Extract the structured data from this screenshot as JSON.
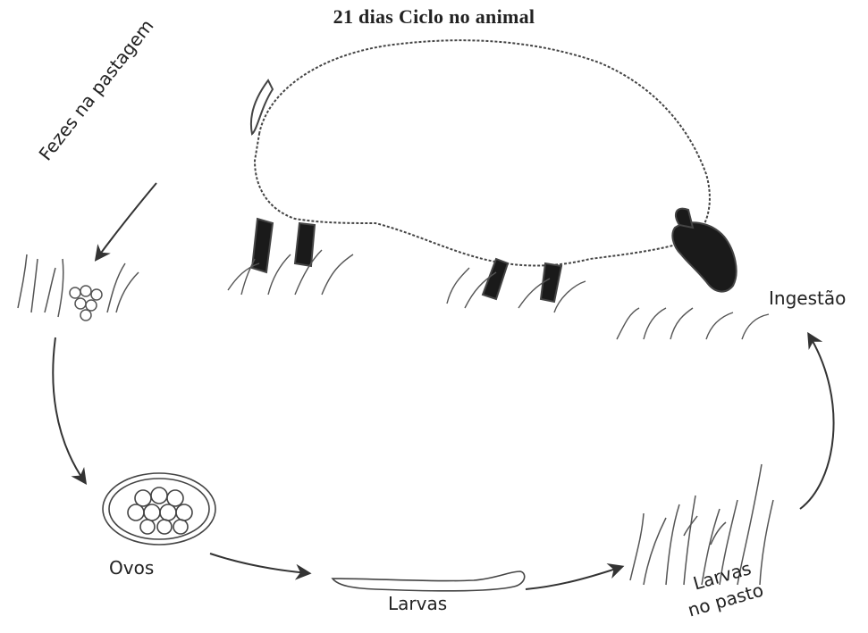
{
  "diagram": {
    "title": "21 dias Ciclo no animal",
    "labels": {
      "feces": "Fezes na pastagem",
      "ingestion": "Ingestão",
      "eggs": "Ovos",
      "larvae": "Larvas",
      "pasture_larvae_line1": "Larvas",
      "pasture_larvae_line2": "no pasto"
    }
  }
}
